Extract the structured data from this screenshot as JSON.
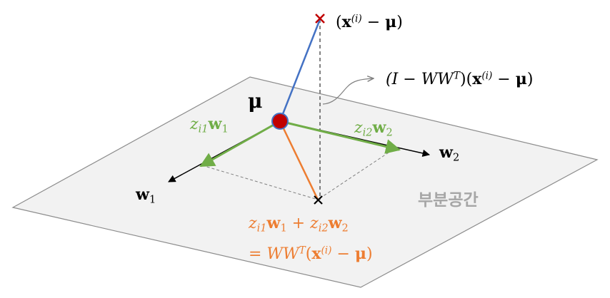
{
  "diagram": {
    "point_label": {
      "open": "(",
      "vec": "x",
      "sup": "(i)",
      "minus": " − ",
      "mu": "μ",
      "close": ")"
    },
    "residual_label": {
      "prefix": "(I − WW",
      "sup": "T",
      "mid": ")(",
      "vec": "x",
      "vsup": "(i)",
      "minus": " − ",
      "mu": "μ",
      "close": ")"
    },
    "mean_label": "μ",
    "z1w1_label": {
      "z": "z",
      "sub": "i1",
      "w": "w",
      "wsub": "1"
    },
    "z2w2_label": {
      "z": "z",
      "sub": "i2",
      "w": "w",
      "wsub": "2"
    },
    "w1_axis_label": {
      "w": "w",
      "sub": "1"
    },
    "w2_axis_label": {
      "w": "w",
      "sub": "2"
    },
    "subspace_label": "부분공간",
    "projection_label_line1": {
      "z1": "z",
      "s1": "i1",
      "w1": "w",
      "ws1": "1",
      "plus": " + ",
      "z2": "z",
      "s2": "i2",
      "w2": "w",
      "ws2": "2"
    },
    "projection_label_line2": {
      "eq": "= WW",
      "sup": "T",
      "open": "(",
      "vec": "x",
      "vsup": "(i)",
      "minus": " − ",
      "mu": "μ",
      "close": ")"
    },
    "colors": {
      "plane_fill": "#f2f2f2",
      "plane_stroke": "#8c8c8c",
      "blue": "#4472c4",
      "green": "#70ad47",
      "orange": "#ed7d31",
      "red": "#c00000",
      "black": "#000000",
      "gray_text": "#a6a6a6",
      "dashed": "#808080"
    }
  }
}
